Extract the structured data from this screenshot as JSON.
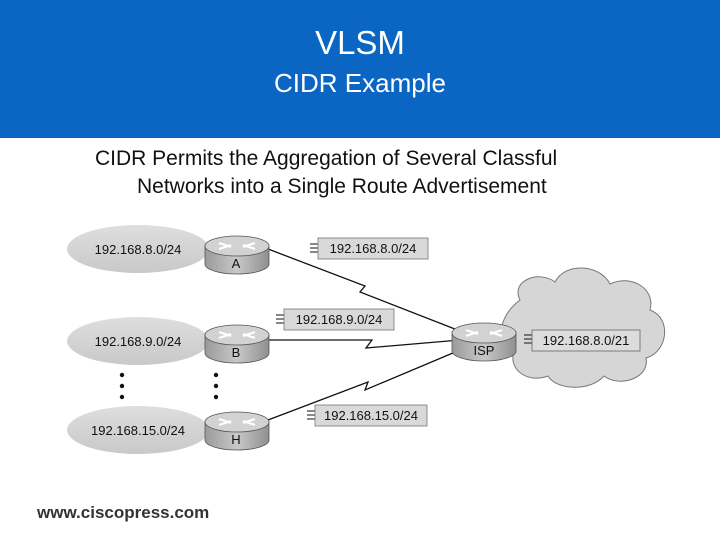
{
  "header": {
    "title": "VLSM",
    "subtitle": "CIDR Example"
  },
  "bullet": {
    "line1": "CIDR Permits the Aggregation of Several Classful",
    "line2": "Networks into a Single Route Advertisement"
  },
  "diagram": {
    "networks": [
      "192.168.8.0/24",
      "192.168.9.0/24",
      "192.168.15.0/24"
    ],
    "routers": [
      "A",
      "B",
      "H"
    ],
    "isp_label": "ISP",
    "advertisements": [
      "192.168.8.0/24",
      "192.168.9.0/24",
      "192.168.15.0/24"
    ],
    "aggregate": "192.168.8.0/21"
  },
  "footer": {
    "url": "www.ciscopress.com"
  },
  "colors": {
    "header_bg": "#0a66c2",
    "network_ellipse": "#d4d4d4",
    "router_body": "#b5b5b5",
    "cloud": "#d6d6d6"
  }
}
